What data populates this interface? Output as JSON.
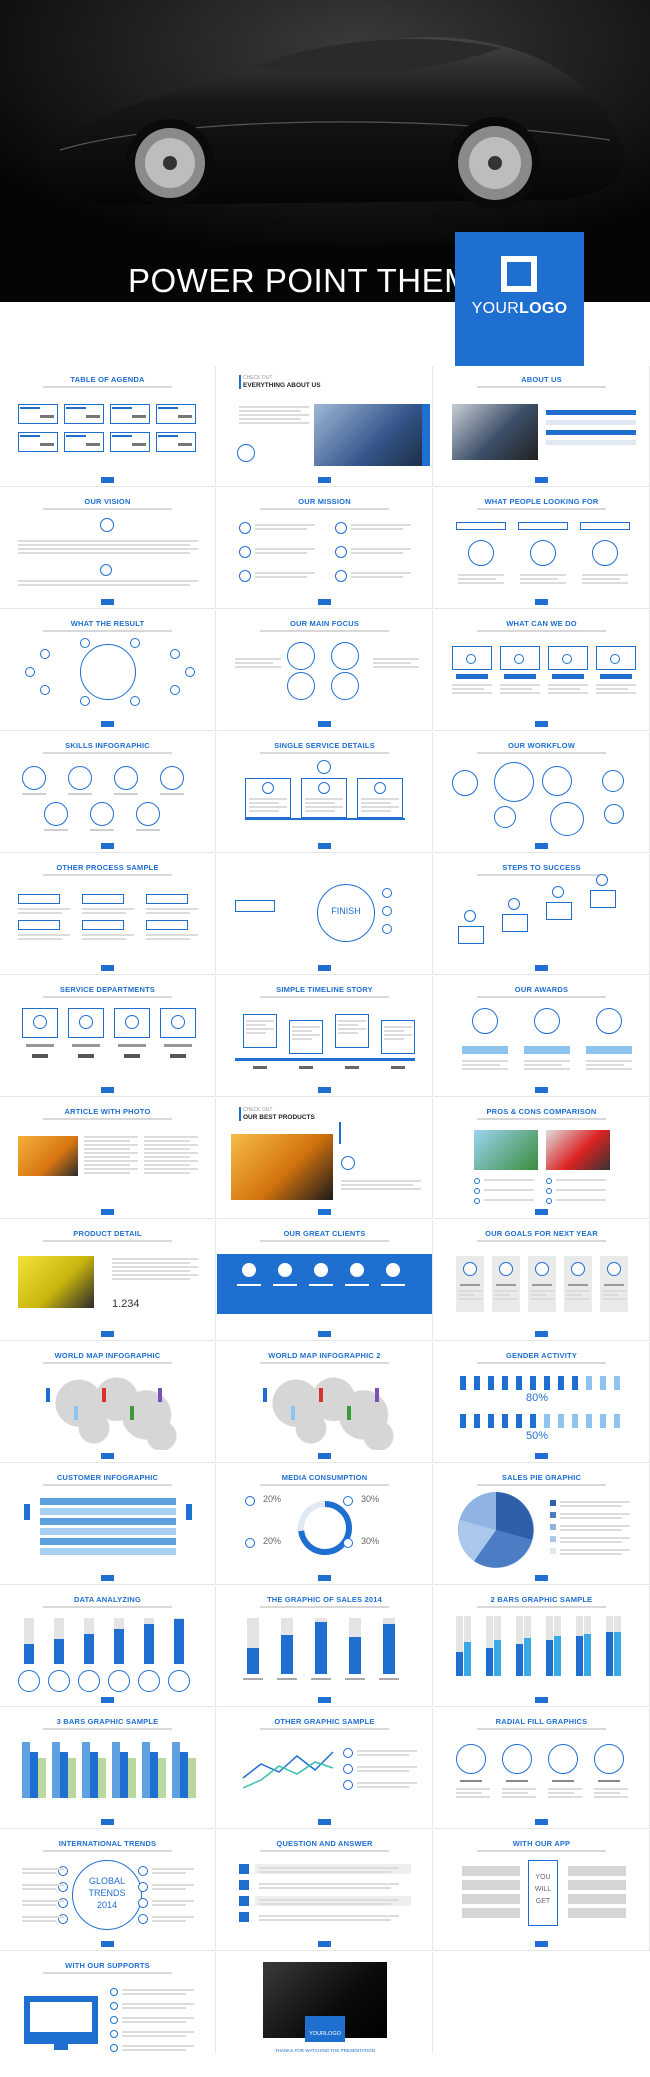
{
  "hero": {
    "title": "POWER POINT THEME",
    "logo_text_light": "YOUR",
    "logo_text_bold": "LOGO"
  },
  "colors": {
    "accent": "#1f6fd1",
    "accent_light": "#8fc3f0",
    "dark": "#050505"
  },
  "slides": [
    {
      "title": "TABLE OF AGENDA"
    },
    {
      "title": "EVERYTHING ABOUT US",
      "kicker": "CHECK OUT"
    },
    {
      "title": "ABOUT US"
    },
    {
      "title": "OUR VISION"
    },
    {
      "title": "OUR MISSION"
    },
    {
      "title": "WHAT PEOPLE LOOKING FOR"
    },
    {
      "title": "WHAT THE RESULT"
    },
    {
      "title": "OUR MAIN FOCUS"
    },
    {
      "title": "WHAT CAN WE DO"
    },
    {
      "title": "SKILLS INFOGRAPHIC"
    },
    {
      "title": "SINGLE SERVICE DETAILS"
    },
    {
      "title": "OUR WORKFLOW"
    },
    {
      "title": "OTHER PROCESS SAMPLE"
    },
    {
      "title": "FINISH",
      "heading": "FINISH"
    },
    {
      "title": "STEPS TO SUCCESS"
    },
    {
      "title": "SERVICE DEPARTMENTS"
    },
    {
      "title": "SIMPLE TIMELINE STORY"
    },
    {
      "title": "OUR AWARDS"
    },
    {
      "title": "ARTICLE WITH PHOTO"
    },
    {
      "title": "OUR BEST PRODUCTS",
      "kicker": "CHECK OUT"
    },
    {
      "title": "PROS & CONS COMPARISON"
    },
    {
      "title": "PRODUCT DETAIL",
      "price": "1.234"
    },
    {
      "title": "OUR GREAT CLIENTS"
    },
    {
      "title": "OUR GOALS FOR NEXT YEAR"
    },
    {
      "title": "WORLD MAP INFOGRAPHIC"
    },
    {
      "title": "WORLD MAP INFOGRAPHIC 2"
    },
    {
      "title": "GENDER ACTIVITY",
      "pct_male": "80%",
      "pct_female": "50%"
    },
    {
      "title": "CUSTOMER INFOGRAPHIC"
    },
    {
      "title": "MEDIA CONSUMPTION",
      "p1": "20%",
      "p2": "30%",
      "p3": "20%",
      "p4": "30%"
    },
    {
      "title": "SALES PIE GRAPHIC"
    },
    {
      "title": "DATA ANALYZING"
    },
    {
      "title": "THE GRAPHIC OF SALES 2014"
    },
    {
      "title": "2 BARS GRAPHIC SAMPLE"
    },
    {
      "title": "3 BARS GRAPHIC SAMPLE"
    },
    {
      "title": "OTHER GRAPHIC SAMPLE"
    },
    {
      "title": "RADIAL FILL GRAPHICS"
    },
    {
      "title": "INTERNATIONAL TRENDS",
      "center1": "GLOBAL",
      "center2": "TRENDS",
      "center3": "2014"
    },
    {
      "title": "QUESTION AND ANSWER"
    },
    {
      "title": "WITH OUR APP",
      "phone1": "YOU",
      "phone2": "WILL",
      "phone3": "GET"
    },
    {
      "title": "WITH OUR SUPPORTS"
    },
    {
      "title": "",
      "logo": "YOURLOGO",
      "caption": "THANKS FOR WATCHING THE PRESENTATION"
    }
  ]
}
